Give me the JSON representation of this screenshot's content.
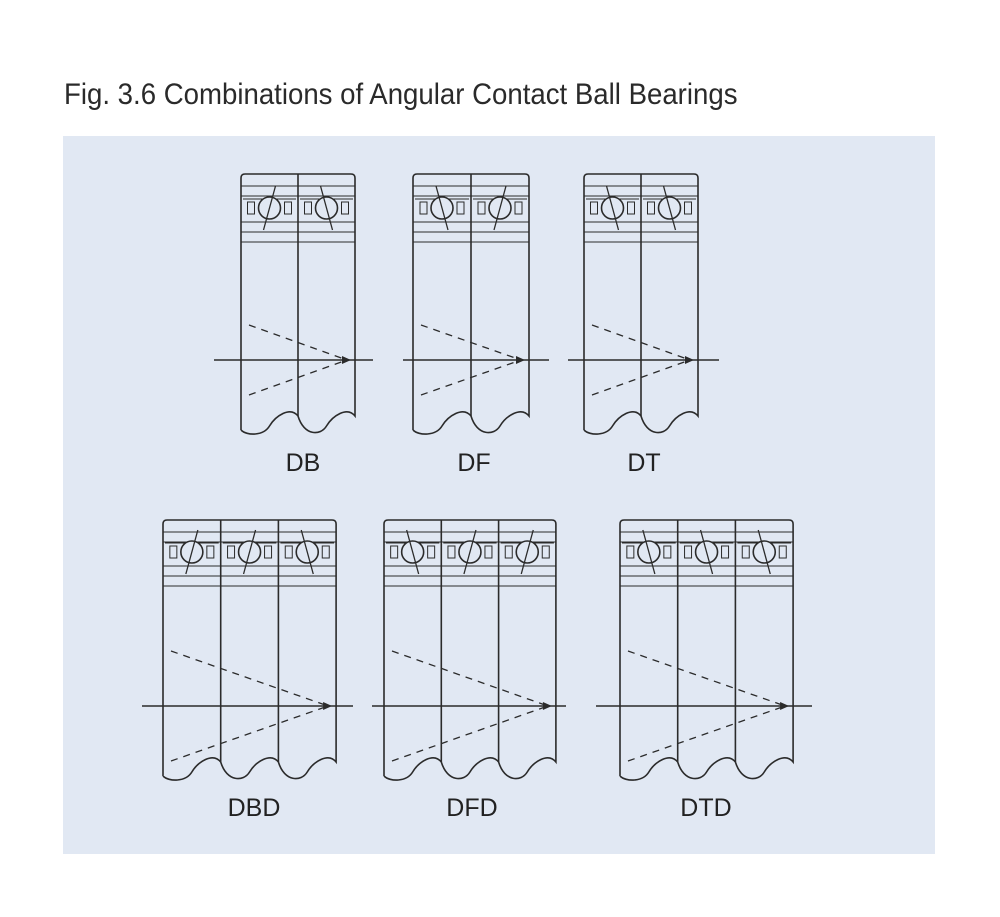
{
  "figure": {
    "title": "Fig. 3.6  Combinations of Angular Contact Ball Bearings"
  },
  "arrangements": [
    {
      "label": "DB",
      "rows": 2,
      "angles": [
        "back",
        "front"
      ]
    },
    {
      "label": "DF",
      "rows": 2,
      "angles": [
        "front",
        "back"
      ]
    },
    {
      "label": "DT",
      "rows": 2,
      "angles": [
        "front",
        "front"
      ]
    },
    {
      "label": "DBD",
      "rows": 3,
      "angles": [
        "back",
        "back",
        "front"
      ]
    },
    {
      "label": "DFD",
      "rows": 3,
      "angles": [
        "front",
        "back",
        "back"
      ]
    },
    {
      "label": "DTD",
      "rows": 3,
      "angles": [
        "front",
        "front",
        "front"
      ]
    }
  ],
  "colors": {
    "panel": "#e1e8f3",
    "ink": "#2b2b2b",
    "title": "#2a2a2a"
  }
}
